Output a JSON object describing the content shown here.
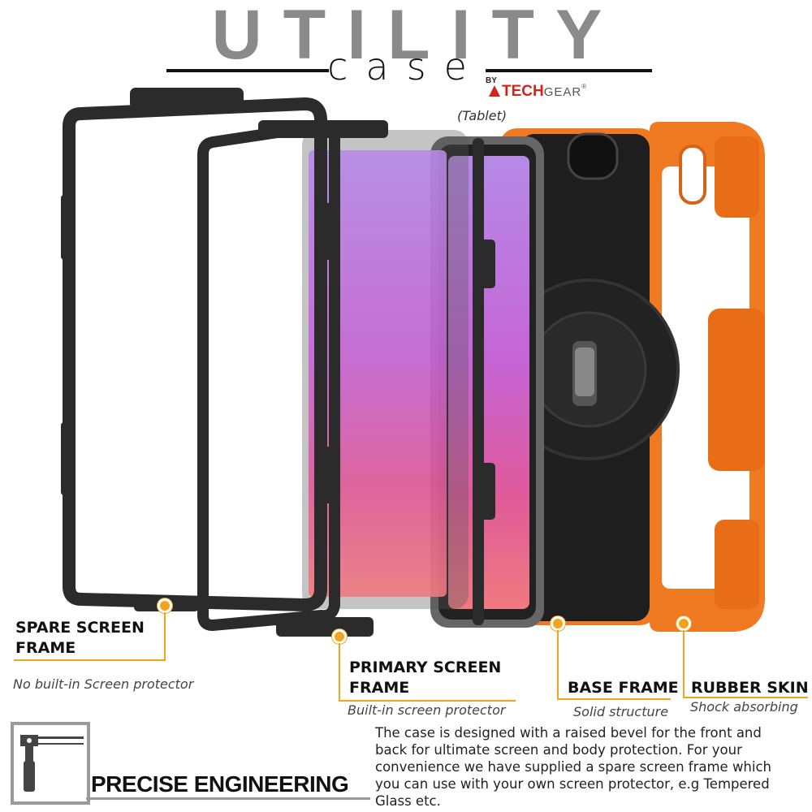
{
  "header": {
    "title": "UTILITY",
    "subtitle": "case",
    "by": "BY",
    "brand_tech": "TECH",
    "brand_gear": "GEAR",
    "brand_reg": "®"
  },
  "tablet_label": "(Tablet)",
  "layers": [
    {
      "title_line1": "SPARE SCREEN",
      "title_line2": "FRAME",
      "subtitle": "No built-in Screen protector"
    },
    {
      "title_line1": "PRIMARY SCREEN",
      "title_line2": "FRAME",
      "subtitle": "Built-in screen protector"
    },
    {
      "title_line1": "BASE FRAME",
      "subtitle": "Solid structure"
    },
    {
      "title_line1": "RUBBER SKIN",
      "subtitle": "Shock absorbing"
    }
  ],
  "feature": {
    "title": "PRECISE ENGINEERING",
    "icon": "engineering-caliper-icon",
    "description": "The case is designed with a raised bevel for the front and back for ultimate screen and body protection. For your convenience we have supplied a spare screen frame which you can use with your own screen protector, e.g Tempered Glass etc."
  },
  "colors": {
    "accent_orange": "#f3a41e",
    "rubber_orange": "#f07a22",
    "frame_black": "#2b2b2b",
    "brand_red": "#d4231d",
    "title_gray": "#8a8a8a"
  }
}
